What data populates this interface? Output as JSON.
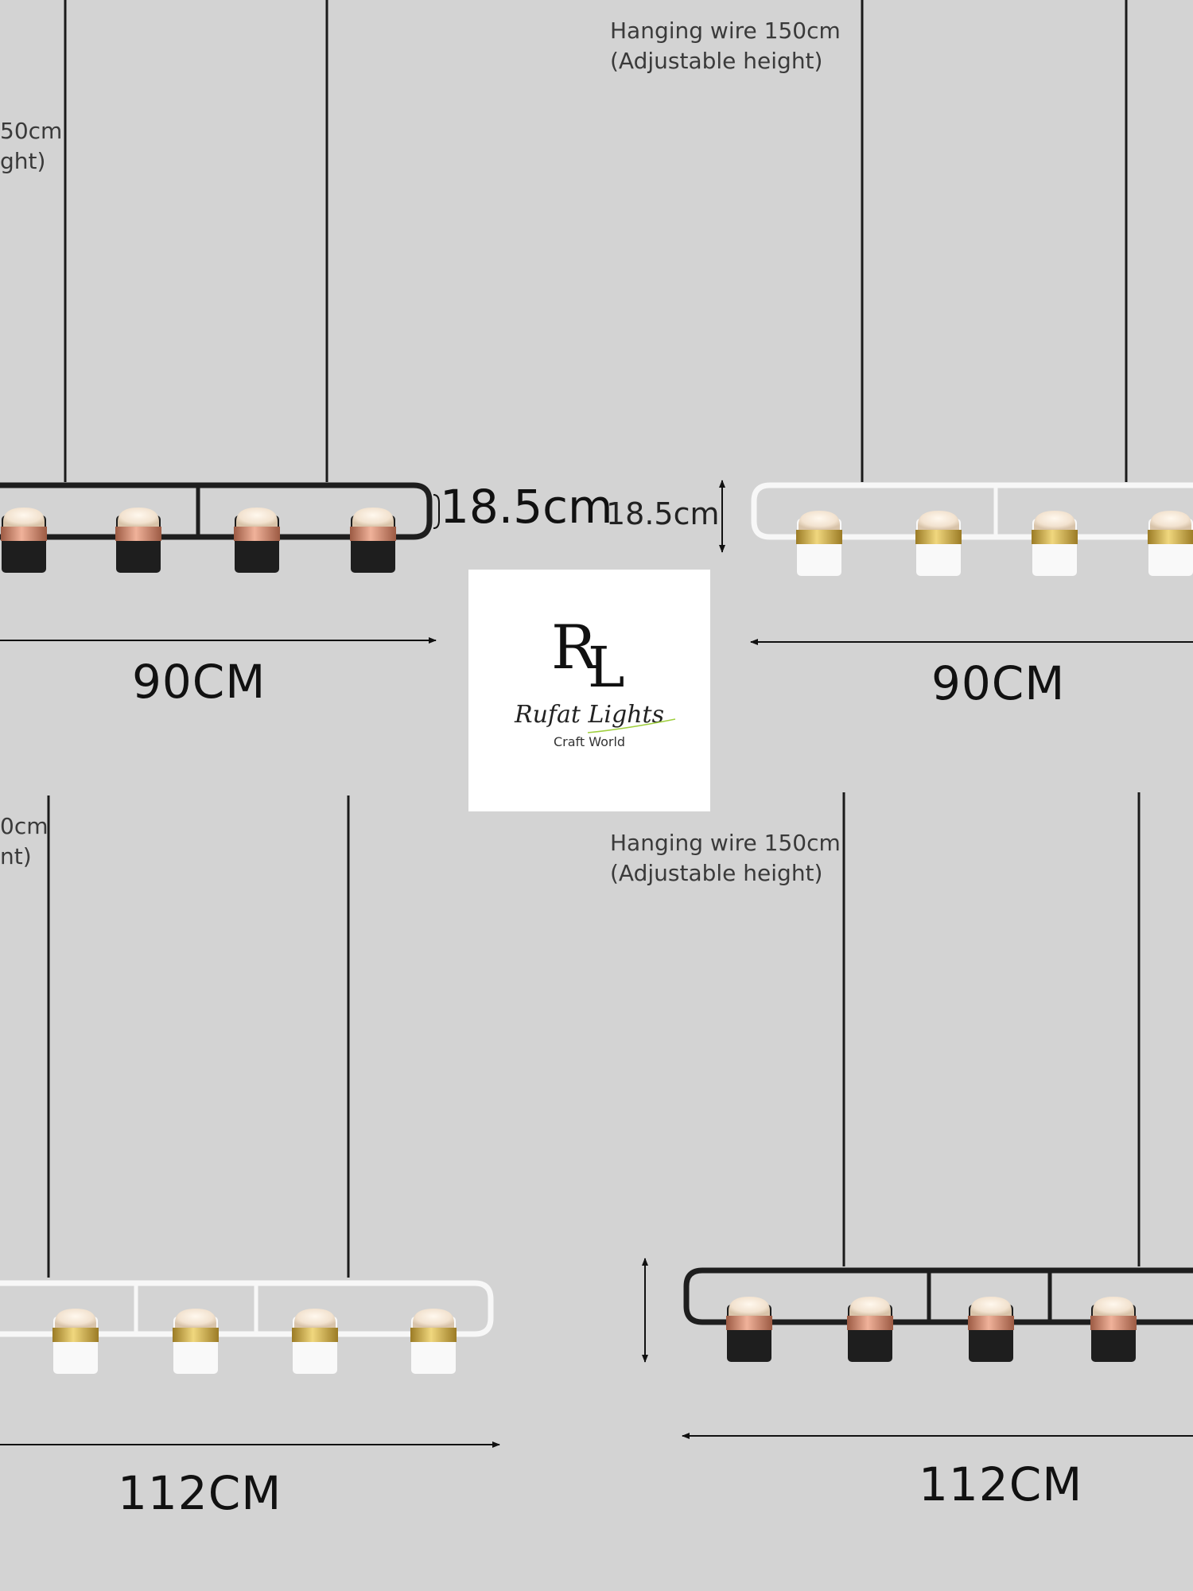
{
  "labels": {
    "top_left_wire_line1": "50cm",
    "top_left_wire_line2": "ght)",
    "top_right_wire_line1": "Hanging wire 150cm",
    "top_right_wire_line2": "(Adjustable height)",
    "bottom_left_wire_line1": "0cm",
    "bottom_left_wire_line2": "nt)",
    "bottom_right_wire_line1": "Hanging wire 150cm",
    "bottom_right_wire_line2": "(Adjustable height)",
    "height_large": "18.5cm",
    "height_small": "18.5cm",
    "width_top_left": "90CM",
    "width_top_right": "90CM",
    "width_bottom_left": "112CM",
    "width_bottom_right": "112CM"
  },
  "logo": {
    "mark_r": "R",
    "mark_l": "L",
    "brand_script": "Rufat Lights",
    "tagline": "Craft World"
  },
  "colors": {
    "background": "#d3d3d3",
    "black_finish": "#1e1e1e",
    "white_finish": "#f7f7f7",
    "copper_band": "#c77d62",
    "gold_band": "#c9a84a",
    "logo_background": "#ffffff",
    "logo_accent_stroke": "#9fcf3e"
  }
}
